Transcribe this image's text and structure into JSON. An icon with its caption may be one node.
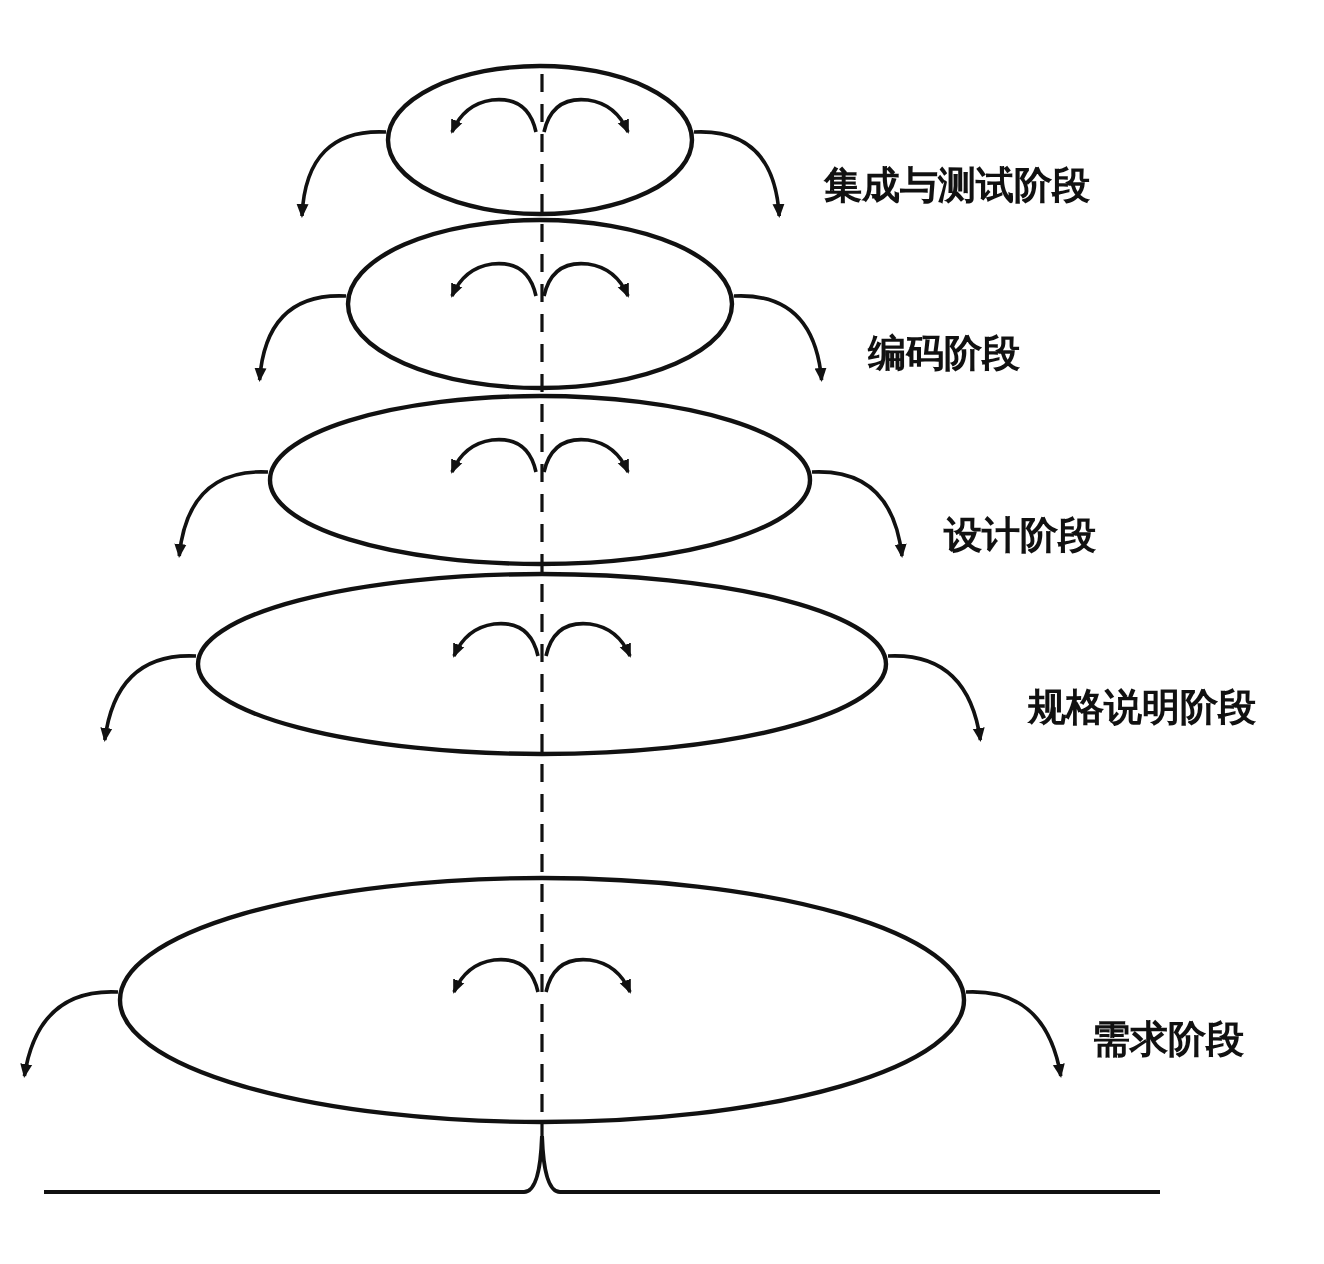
{
  "diagram": {
    "nodes": [
      {
        "text": [],
        "shape": "ellipse"
      },
      {
        "text": [],
        "shape": "ellipse"
      },
      {
        "text": [],
        "shape": "ellipse"
      },
      {
        "text": [],
        "shape": "ellipse"
      },
      {
        "text": [],
        "shape": "ellipse"
      }
    ],
    "labels": [
      "集成与测试阶段",
      "编码阶段",
      "设计阶段",
      "规格说明阶段",
      "需求阶段"
    ],
    "edges": [
      {
        "from": 0,
        "to": null,
        "arrow": "to"
      },
      {
        "from": 0,
        "to": null,
        "arrow": "to"
      },
      {
        "from": 1,
        "to": null,
        "arrow": "to"
      },
      {
        "from": 1,
        "to": null,
        "arrow": "to"
      },
      {
        "from": 2,
        "to": null,
        "arrow": "to"
      },
      {
        "from": 2,
        "to": null,
        "arrow": "to"
      },
      {
        "from": 3,
        "to": null,
        "arrow": "to"
      },
      {
        "from": 3,
        "to": null,
        "arrow": "to"
      },
      {
        "from": 4,
        "to": null,
        "arrow": "to"
      },
      {
        "from": 4,
        "to": null,
        "arrow": "to"
      }
    ]
  }
}
